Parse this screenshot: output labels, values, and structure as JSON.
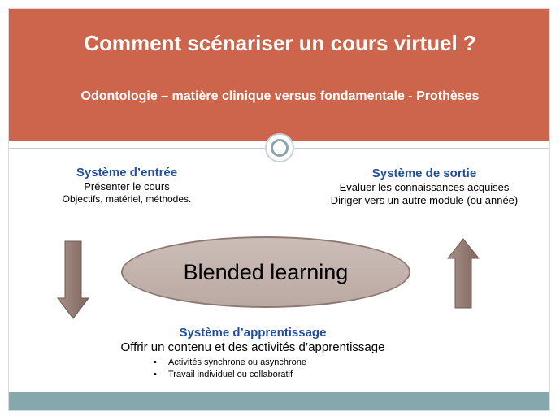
{
  "slide": {
    "title": "Comment scénariser un cours virtuel ?",
    "subtitle": "Odontologie – matière clinique versus fondamentale - Prothèses",
    "entree": {
      "heading": "Système  d’entrée",
      "line1": "Présenter le cours",
      "line2": "Objectifs, matériel, méthodes."
    },
    "sortie": {
      "heading": "Système de sortie",
      "line1": "Evaluer les connaissances acquises",
      "line2": "Diriger vers un autre module  (ou année)"
    },
    "center_label": "Blended learning",
    "apprentissage": {
      "heading": "Système d’apprentissage",
      "line1": "Offrir un contenu et des activités d’apprentissage",
      "bullets": [
        "Activités synchrone ou asynchrone",
        "Travail individuel ou collaboratif"
      ]
    }
  },
  "colors": {
    "header": "#cd654c",
    "heading_blue": "#1f4e9c",
    "arrow": "#8e7872",
    "footer": "#87a7ae"
  },
  "icons": {
    "left_arrow": "arrow-down-icon",
    "right_arrow": "arrow-up-icon"
  }
}
